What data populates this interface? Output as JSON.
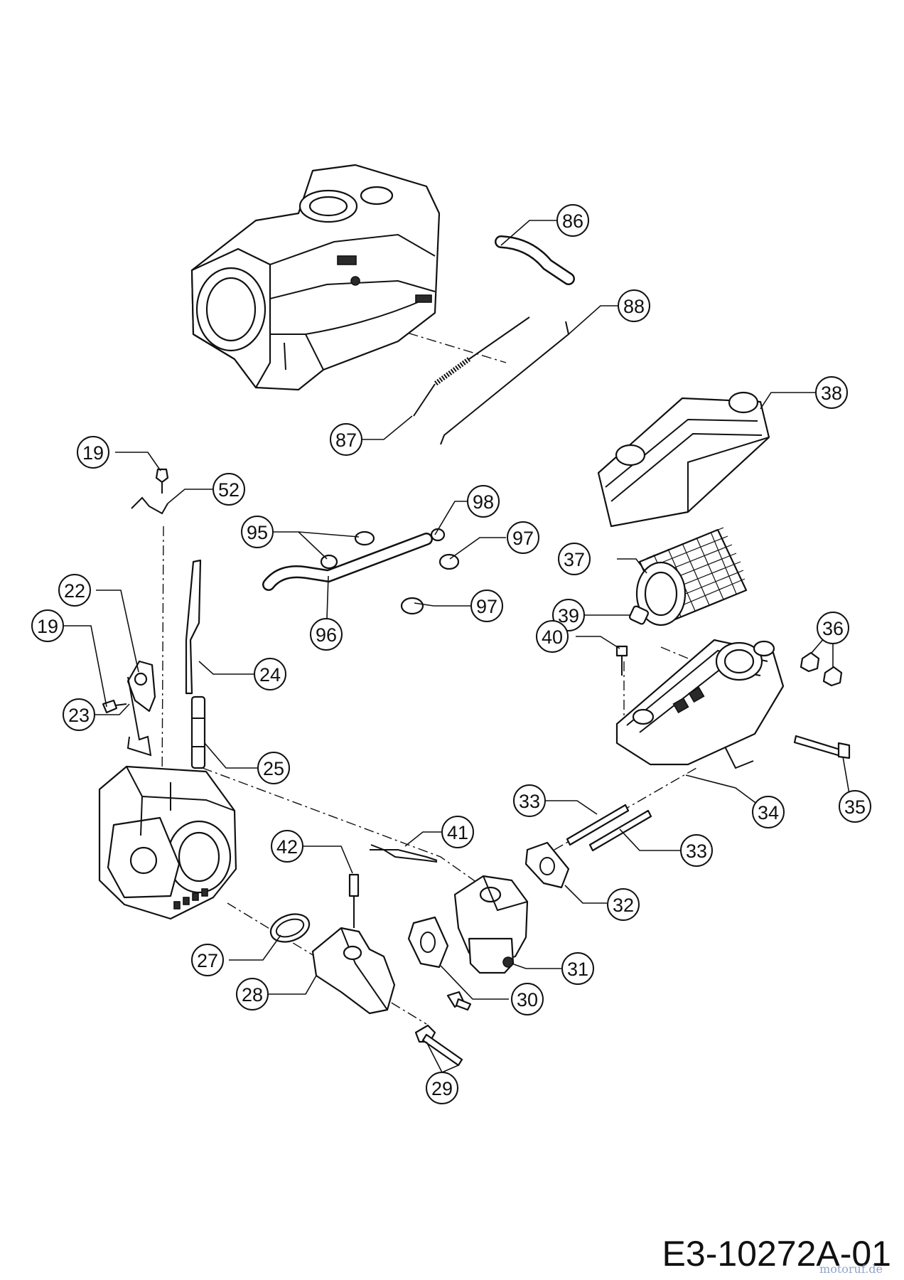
{
  "diagram": {
    "drawing_code": "E3-10272A-01",
    "watermark": "motoruf.de",
    "callouts": [
      {
        "id": "c86a",
        "label": "86"
      },
      {
        "id": "c88a",
        "label": "88"
      },
      {
        "id": "c87a",
        "label": "87"
      },
      {
        "id": "c38a",
        "label": "38"
      },
      {
        "id": "c19a",
        "label": "19"
      },
      {
        "id": "c52a",
        "label": "52"
      },
      {
        "id": "c95a",
        "label": "95"
      },
      {
        "id": "c98a",
        "label": "98"
      },
      {
        "id": "c97a",
        "label": "97"
      },
      {
        "id": "c37a",
        "label": "37"
      },
      {
        "id": "c22a",
        "label": "22"
      },
      {
        "id": "c96a",
        "label": "96"
      },
      {
        "id": "c97b",
        "label": "97"
      },
      {
        "id": "c39a",
        "label": "39"
      },
      {
        "id": "c36a",
        "label": "36"
      },
      {
        "id": "c19b",
        "label": "19"
      },
      {
        "id": "c40a",
        "label": "40"
      },
      {
        "id": "c24a",
        "label": "24"
      },
      {
        "id": "c23a",
        "label": "23"
      },
      {
        "id": "c25a",
        "label": "25"
      },
      {
        "id": "c33a",
        "label": "33"
      },
      {
        "id": "c34a",
        "label": "34"
      },
      {
        "id": "c35a",
        "label": "35"
      },
      {
        "id": "c41a",
        "label": "41"
      },
      {
        "id": "c42a",
        "label": "42"
      },
      {
        "id": "c33b",
        "label": "33"
      },
      {
        "id": "c32a",
        "label": "32"
      },
      {
        "id": "c27a",
        "label": "27"
      },
      {
        "id": "c31a",
        "label": "31"
      },
      {
        "id": "c28a",
        "label": "28"
      },
      {
        "id": "c30a",
        "label": "30"
      },
      {
        "id": "c29a",
        "label": "29"
      }
    ]
  }
}
